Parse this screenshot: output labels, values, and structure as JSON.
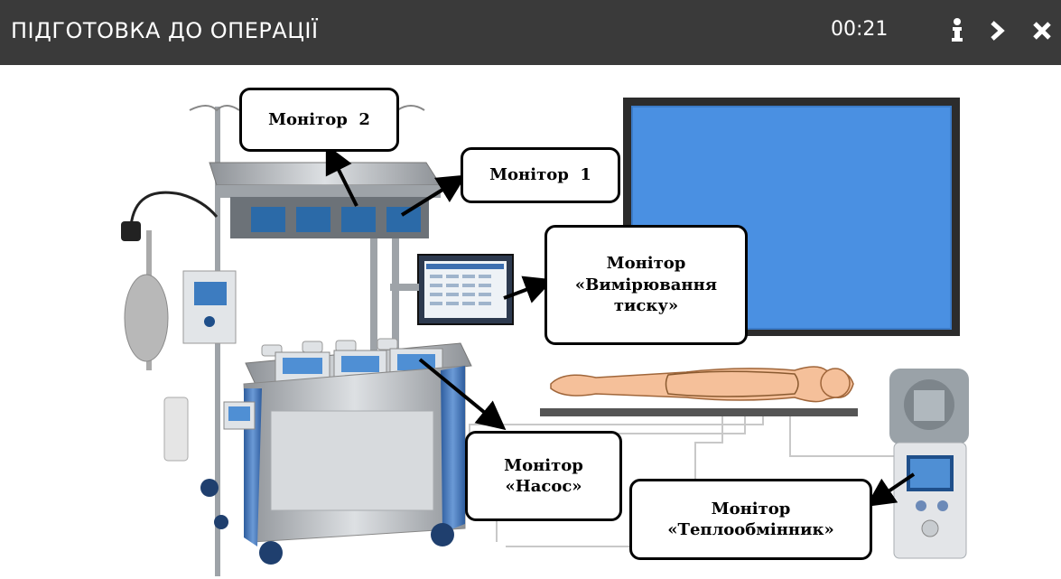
{
  "header": {
    "title": "ПІДГОТОВКА ДО ОПЕРАЦІЇ",
    "timer": "00:21",
    "info_icon": "info-icon",
    "next_icon": "chevron-right-icon",
    "close_icon": "close-icon"
  },
  "callouts": {
    "monitor2": "Монітор  2",
    "monitor1": "Монітор  1",
    "pressure_line1": "Монітор",
    "pressure_line2": "«Вимірювання",
    "pressure_line3": "тиску»",
    "pump_line1": "Монітор",
    "pump_line2": "«Насос»",
    "heat_line1": "Монітор",
    "heat_line2": "«Теплообмінник»"
  },
  "colors": {
    "header_bg": "#3a3a3a",
    "screen_blue": "#4a90e2",
    "machine_blue": "#4a78b8",
    "steel": "#b8bcc0"
  }
}
